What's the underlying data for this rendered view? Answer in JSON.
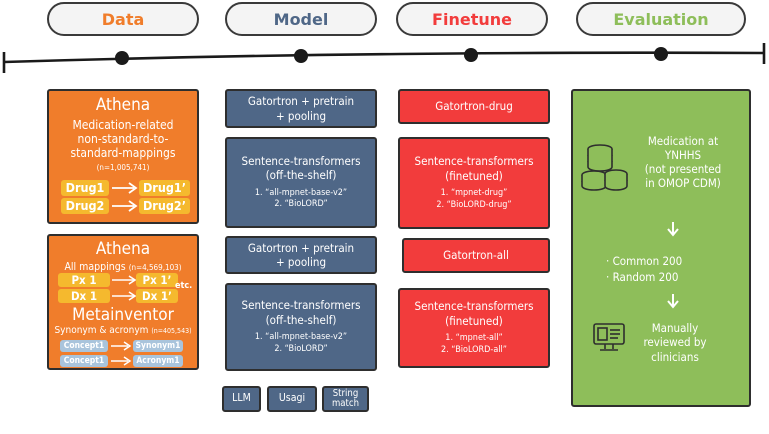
{
  "stages": {
    "data": {
      "label": "Data",
      "color": "#f07d2b"
    },
    "model": {
      "label": "Model",
      "color": "#4f6787"
    },
    "finetune": {
      "label": "Finetune",
      "color": "#f23c3c"
    },
    "evaluation": {
      "label": "Evaluation",
      "color": "#8ebe5a"
    }
  },
  "data_col": {
    "athena1": {
      "title": "Athena",
      "desc": "Medication-related non-standard-to-standard-mappings",
      "count": "(n=1,005,741)",
      "pairs": [
        {
          "from": "Drug1",
          "to": "Drug1’"
        },
        {
          "from": "Drug2",
          "to": "Drug2’"
        }
      ]
    },
    "athena2": {
      "title": "Athena",
      "desc": "All mappings",
      "count": "(n=4,569,103)",
      "pairs": [
        {
          "from": "Px 1",
          "to": "Px 1’"
        },
        {
          "from": "Dx 1",
          "to": "Dx 1’"
        }
      ],
      "etc": "etc."
    },
    "metainventor": {
      "title": "Metainventor",
      "desc": "Synonym & acronym",
      "count": "(n=405,543)",
      "pairs": [
        {
          "from": "Concept1",
          "to": "Synonym1"
        },
        {
          "from": "Concept1",
          "to": "Acronym1"
        }
      ]
    }
  },
  "model_col": {
    "box1": "Gatortron + pretrain + pooling",
    "box2": {
      "title": "Sentence-transformers (off-the-shelf)",
      "items": [
        "1. “all-mpnet-base-v2”",
        "2. “BioLORD”"
      ]
    },
    "box3": "Gatortron + pretrain + pooling",
    "box4": {
      "title": "Sentence-transformers (off-the-shelf)",
      "items": [
        "1. “all-mpnet-base-v2”",
        "2. “BioLORD”"
      ]
    },
    "baselines": [
      "LLM",
      "Usagi",
      "String match"
    ]
  },
  "finetune_col": {
    "box1": "Gatortron-drug",
    "box2": {
      "title": "Sentence-transformers (finetuned)",
      "items": [
        "1. “mpnet-drug”",
        "2. “BioLORD-drug”"
      ]
    },
    "box3": "Gatortron-all",
    "box4": {
      "title": "Sentence-transformers (finetuned)",
      "items": [
        "1. “mpnet-all”",
        "2. “BioLORD-all”"
      ]
    }
  },
  "eval_col": {
    "line1": "Medication at YNHHS",
    "line2": "(not presented in OMOP CDM)",
    "sample1": "· Common 200",
    "sample2": "· Random 200",
    "result": "Manually reviewed by clinicians",
    "icons": [
      "coins-icon",
      "computer-review-icon"
    ]
  }
}
